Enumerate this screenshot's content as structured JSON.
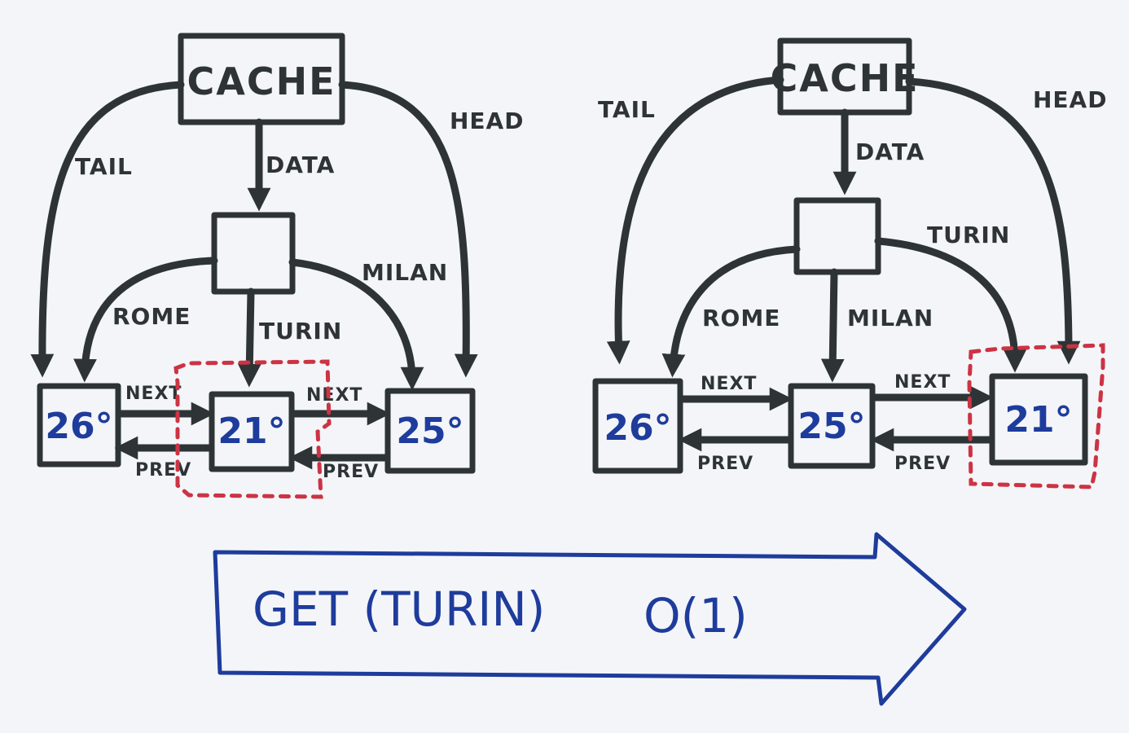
{
  "left": {
    "cache": "CACHE",
    "tail": "TAIL",
    "head": "HEAD",
    "data": "DATA",
    "rome": "ROME",
    "turin": "TURIN",
    "milan": "MILAN",
    "next1": "NEXT",
    "next2": "NEXT",
    "prev1": "PREV",
    "prev2": "PREV",
    "node1": "26°",
    "node2": "21°",
    "node3": "25°"
  },
  "right": {
    "cache": "CACHE",
    "tail": "TAIL",
    "head": "HEAD",
    "data": "DATA",
    "rome": "ROME",
    "milan": "MILAN",
    "turin": "TURIN",
    "next1": "NEXT",
    "next2": "NEXT",
    "prev1": "PREV",
    "prev2": "PREV",
    "node1": "26°",
    "node2": "25°",
    "node3": "21°"
  },
  "operation": {
    "label": "GET (TURIN)",
    "complexity": "O(1)"
  },
  "colors": {
    "ink": "#2e3436",
    "blue": "#1e3c9c",
    "highlight": "#cc3344"
  }
}
